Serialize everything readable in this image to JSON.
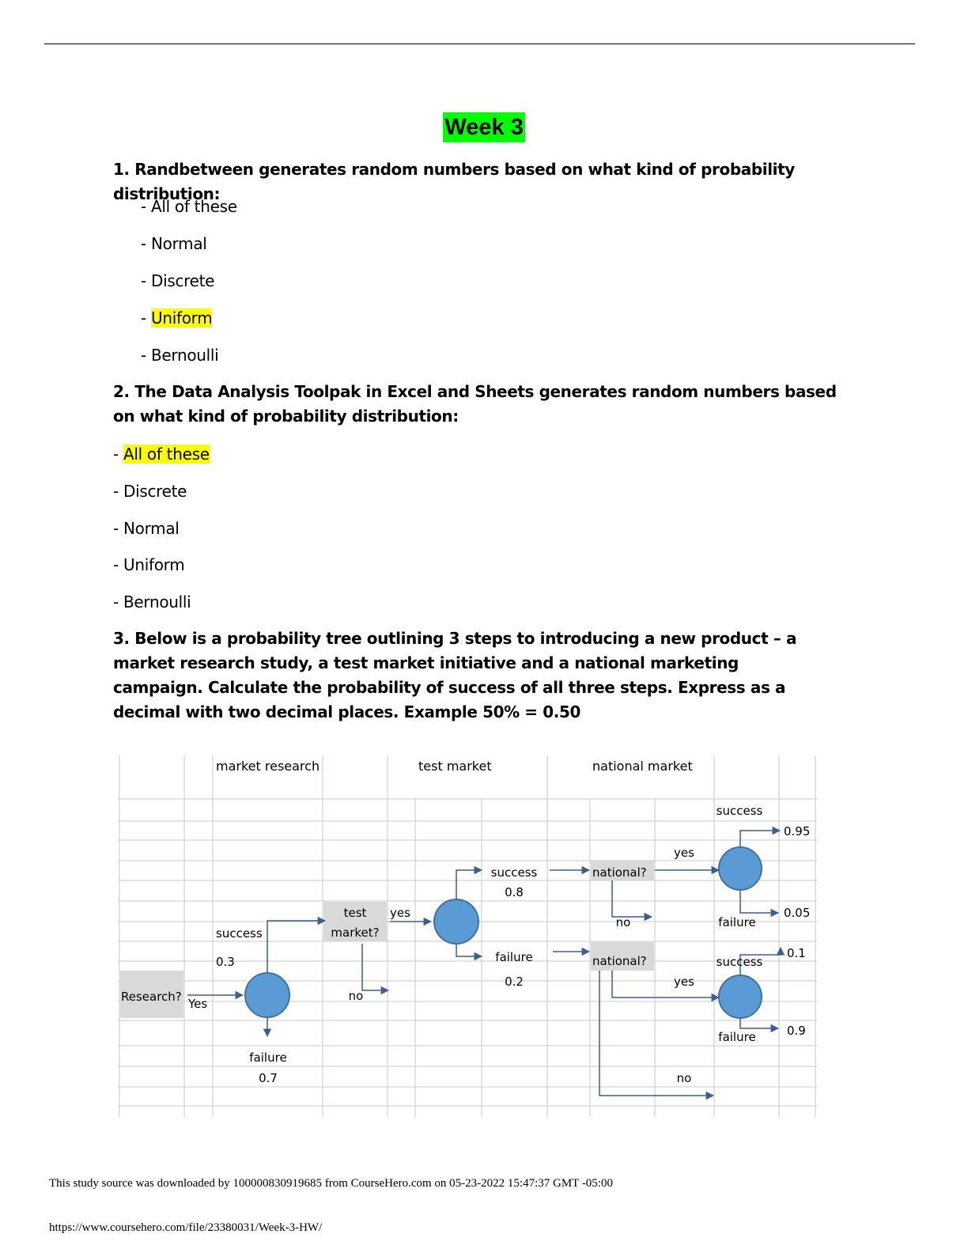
{
  "title": "Week 3",
  "q1": {
    "question": "1. Randbetween generates random numbers based on what kind of probability distribution:",
    "options": [
      {
        "prefix": "- ",
        "text": "All of these",
        "highlight": false
      },
      {
        "prefix": "- ",
        "text": "Normal",
        "highlight": false
      },
      {
        "prefix": "- ",
        "text": "Discrete",
        "highlight": false
      },
      {
        "prefix": "- ",
        "text": "Uniform",
        "highlight": true
      },
      {
        "prefix": "- ",
        "text": "Bernoulli",
        "highlight": false
      }
    ]
  },
  "q2": {
    "question": "2. The Data Analysis Toolpak in Excel and Sheets generates random numbers based on what kind of probability distribution:",
    "options": [
      {
        "prefix": "- ",
        "text": "All of these",
        "highlight": true
      },
      {
        "prefix": "- ",
        "text": "Discrete",
        "highlight": false
      },
      {
        "prefix": "- ",
        "text": "Normal",
        "highlight": false
      },
      {
        "prefix": "- ",
        "text": "Uniform",
        "highlight": false
      },
      {
        "prefix": "- ",
        "text": "Bernoulli",
        "highlight": false
      }
    ]
  },
  "q3": {
    "question": "3. Below is a probability tree outlining 3 steps to introducing a new product – a market research study, a test market initiative and a national marketing campaign. Calculate the probability of success of all three steps. Express as a decimal with two decimal places. Example 50% = 0.50"
  },
  "tree": {
    "header_market_research": "market research",
    "header_test_market": "test market",
    "header_national_market": "national market",
    "research_label": "Research?",
    "research_yes": "Yes",
    "mr_success": "success",
    "mr_success_p": "0.3",
    "mr_failure": "failure",
    "mr_failure_p": "0.7",
    "test_market_q_line1": "test",
    "test_market_q_line2": "market?",
    "tm_yes": "yes",
    "tm_no": "no",
    "tm_success": "success",
    "tm_success_p": "0.8",
    "tm_failure": "failure",
    "tm_failure_p": "0.2",
    "national_q_upper": "national?",
    "national_q_lower": "national?",
    "nat_upper_no": "no",
    "nat_upper_yes": "yes",
    "nat_upper_success": "success",
    "nat_upper_success_p": "0.95",
    "nat_upper_failure": "failure",
    "nat_upper_failure_p": "0.05",
    "nat_lower_yes": "yes",
    "nat_lower_no": "no",
    "nat_lower_success": "success",
    "nat_lower_success_p": "0.1",
    "nat_lower_failure": "failure",
    "nat_lower_failure_p": "0.9",
    "node_color": "#5b9bd5",
    "node_stroke": "#41719c",
    "arrow_color": "#3a5f8f",
    "shade_color": "#d9d9d9",
    "grid_color": "#c8c8c8"
  },
  "footer": {
    "source_line": "This study source was downloaded by 100000830919685 from CourseHero.com on 05-23-2022 15:47:37 GMT -05:00",
    "url": "https://www.coursehero.com/file/23380031/Week-3-HW/"
  }
}
